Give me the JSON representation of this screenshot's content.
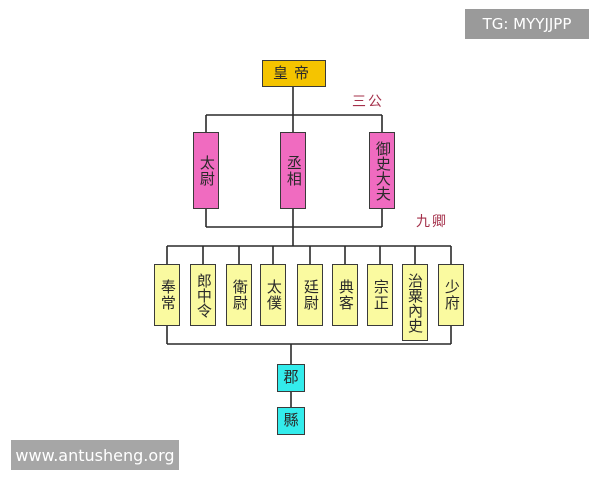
{
  "watermarks": {
    "top_right": "TG: MYYJJPP",
    "bottom_left": "www.antusheng.org"
  },
  "chart": {
    "emperor": "皇帝",
    "san_gong_label": "三公",
    "san_gong": [
      "太尉",
      "丞相",
      "御史大夫"
    ],
    "jiu_qing_label": "九卿",
    "jiu_qing": [
      "奉常",
      "郎中令",
      "衛尉",
      "太僕",
      "廷尉",
      "典客",
      "宗正",
      "治粟內史",
      "少府"
    ],
    "commandery": "郡",
    "county": "縣"
  },
  "colors": {
    "emperor": "#f5c400",
    "san_gong": "#f06bc0",
    "jiu_qing": "#fafaa0",
    "local": "#33ecec",
    "label": "#a4304a"
  }
}
